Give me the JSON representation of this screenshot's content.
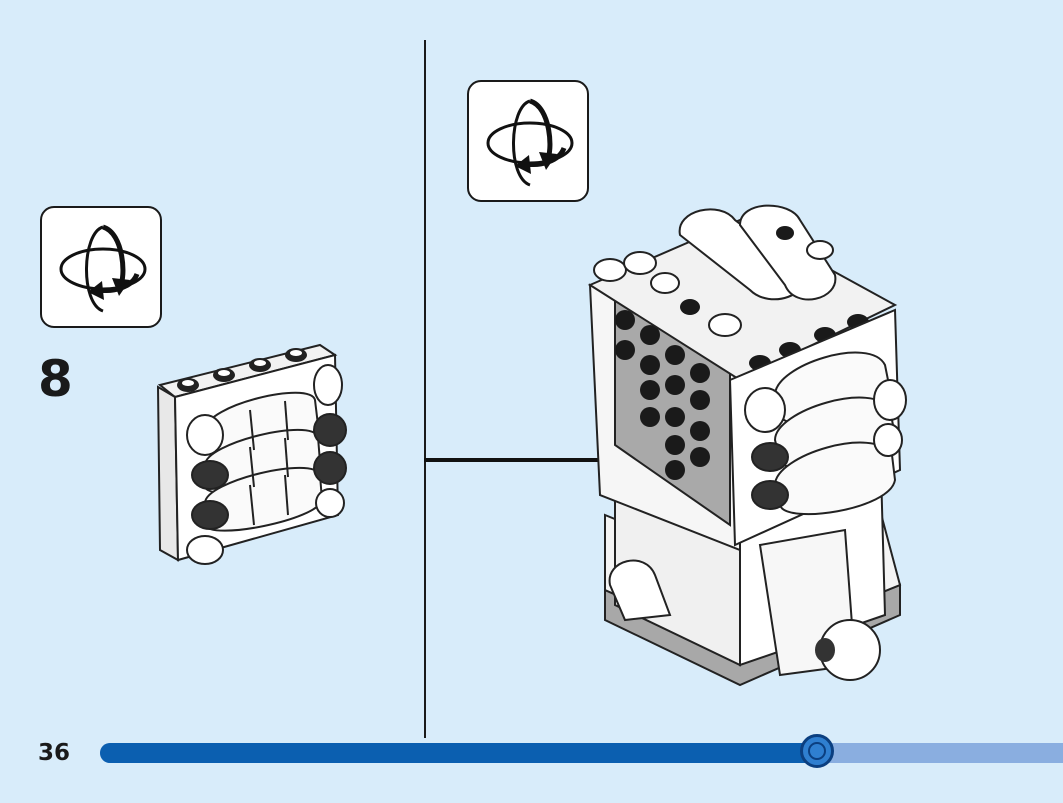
{
  "step": {
    "number": "8"
  },
  "footer": {
    "page_number": "36"
  },
  "progress": {
    "fraction": 0.745
  },
  "icons": {
    "rotate_left": "rotate-model-icon",
    "rotate_right": "rotate-model-icon",
    "arrow": "placement-arrow-icon"
  },
  "colors": {
    "background": "#d8ecfa",
    "progress_fill": "#0b5fb0",
    "progress_track": "#8aaee0",
    "accent_purple": "#b0369c"
  }
}
